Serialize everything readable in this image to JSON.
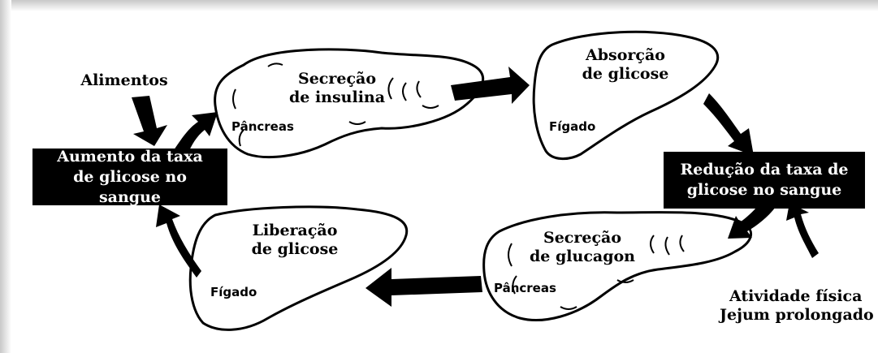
{
  "boxes": {
    "increase": "Aumento da taxa de glicose no sangue",
    "decrease": "Redução da taxa de glicose no sangue"
  },
  "inputs": {
    "food": "Alimentos",
    "activity_line1": "Atividade física",
    "activity_line2": "Jejum prolongado"
  },
  "processes": {
    "insulin_line1": "Secreção",
    "insulin_line2": "de insulina",
    "absorption_line1": "Absorção",
    "absorption_line2": "de glicose",
    "glucagon_line1": "Secreção",
    "glucagon_line2": "de glucagon",
    "release_line1": "Liberação",
    "release_line2": "de glicose"
  },
  "organs": {
    "pancreas_top": "Pâncreas",
    "liver_top": "Fígado",
    "pancreas_bottom": "Pâncreas",
    "liver_bottom": "Fígado"
  },
  "colors": {
    "box_fill": "#000000",
    "box_text": "#ffffff",
    "organ_fill": "#ffffff",
    "arrow": "#000000"
  }
}
